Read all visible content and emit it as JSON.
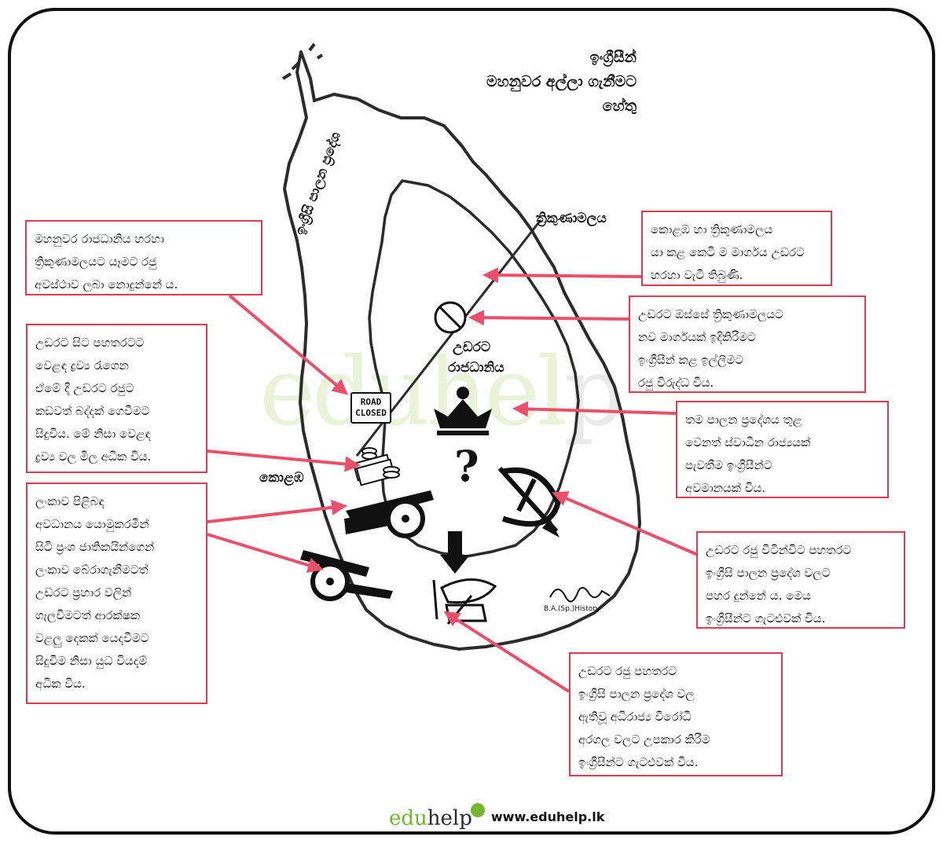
{
  "title": {
    "line1": "ඉංග්‍රීසීන්",
    "line2": "මහනුවර අල්ලා ගැනීමට",
    "line3": "හේතු"
  },
  "map_labels": {
    "british_region": "ඉංග්‍රීසි පාලන ප්‍රදේශ",
    "trincomalee": "ත්‍රිකුණාමලය",
    "colombo": "කොළඹ",
    "kandy_line1": "උඩරට",
    "kandy_line2": "රාජධානිය"
  },
  "road_sign": {
    "line1": "ROAD",
    "line2": "CLOSED"
  },
  "boxes": {
    "b1": [
      "මහනුවර රාජධානිය හරහා",
      "ත්‍රිකුණාමලයට යෑමට රජු",
      "අවස්ථාව ලබා නොදුන්නේ ය."
    ],
    "b2": [
      "උඩරට සිට පහතරටට",
      "වෙළඳ ද්‍රව්‍ය රැගෙන",
      "ඒමේ දී උඩරට රජුට",
      "කඩවත් බද්දක් ගෙවීමට",
      "සිදුවිය. මේ නිසා වෙළඳ",
      "ද්‍රව්‍ය වල මිල අධික විය."
    ],
    "b3": [
      "ලංකාව පිළිබඳ",
      "අවධානය යොමුකරමින්",
      "සිටි ප්‍රංශ ජාතිකයින්ගෙන්",
      "ලංකාව බේරාගැනීමටත්",
      "උඩරට ප්‍රහාර වලින්",
      "ගැලවීමටත් ආරක්ෂක",
      "වළලු දෙකක් යෙදවීමට",
      "සිදුවීම නිසා යුධ වියදම්",
      "අධික විය."
    ],
    "b4": [
      "කොළඹ හා ත්‍රිකුණාමලය",
      "යා කළ කෙටි ම මාර්ගය උඩරට",
      "හරහා වැටී තිබුණි."
    ],
    "b5": [
      "උඩරට ඔස්සේ ත්‍රිකුණාමලයට",
      "නව මාර්ගයක් ඉදිකිරීමට",
      "ඉංග්‍රීසීන් කළ ඉල්ලීමට",
      "රජු විරුද්ධ විය."
    ],
    "b6": [
      "තම පාලන ප්‍රදේශය තුළ",
      "වෙනත් ස්වාධීන රාජ්‍යයක්",
      "පැවතීම ඉංග්‍රීසීන්ට",
      "අවමානයක් විය."
    ],
    "b7": [
      "උඩරට රජු විටින්විට පහතරට",
      "ඉංග්‍රීසි පාලන ප්‍රදේශ වලට",
      "පහර දුන්නේ ය. මෙය",
      "ඉංග්‍රීසීන්ට ගැටළුවක් විය."
    ],
    "b8": [
      "උඩරට රජු පහතරට",
      "ඉංග්‍රීසි පාලන ප්‍රදේශ වල",
      "ඇතිවූ අධිරාජ්‍ය විරෝධී",
      "අරගල වලට උපකාර කිරීම",
      "ඉංග්‍රීසීන්ට ගැටළුවක් විය."
    ]
  },
  "watermark": {
    "main": "eduhel",
    "end": "p"
  },
  "signature": "B.A.(Sp.)History",
  "footer": {
    "logo_e": "edu",
    "logo_rest": "help",
    "url": "www.eduhelp.lk"
  },
  "colors": {
    "box_border": "#e03a52",
    "arrow": "#e8506b",
    "outline": "#2b2b2b",
    "logo_green": "#73b62e"
  },
  "icons": [
    "crown-icon",
    "question-mark-icon",
    "bow-and-arrow-icon",
    "cannon-icon",
    "road-closed-sign-icon",
    "no-entry-sign-icon",
    "money-stack-icon",
    "down-arrow-icon",
    "helmet-weapons-icon"
  ]
}
